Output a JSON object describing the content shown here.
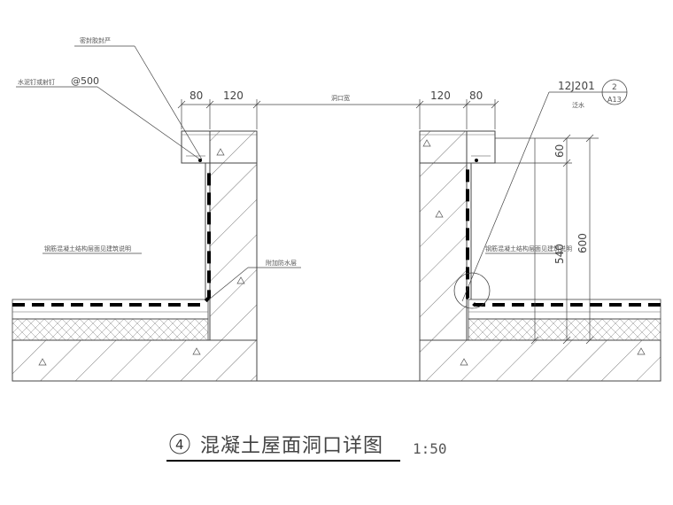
{
  "drawing": {
    "title_number": "4",
    "title": "混凝土屋面洞口详图",
    "scale": "1:50"
  },
  "dimensions": {
    "left_80": "80",
    "left_120": "120",
    "opening_width": "洞口宽",
    "right_120": "120",
    "right_80": "80",
    "height_60": "60",
    "height_540": "540",
    "height_600": "600"
  },
  "labels": {
    "sealant": "密封胶封严",
    "nail": "水泥钉或射钉",
    "nail_spacing": "@500",
    "extra_waterproof": "附加防水层",
    "left_note": "钢筋混凝土结构层面见建筑说明",
    "right_note": "钢筋混凝土结构层面见建筑说明",
    "ref_code": "12J201",
    "ref_detail": "2",
    "ref_sheet": "A13",
    "ref_desc": "泛水"
  }
}
